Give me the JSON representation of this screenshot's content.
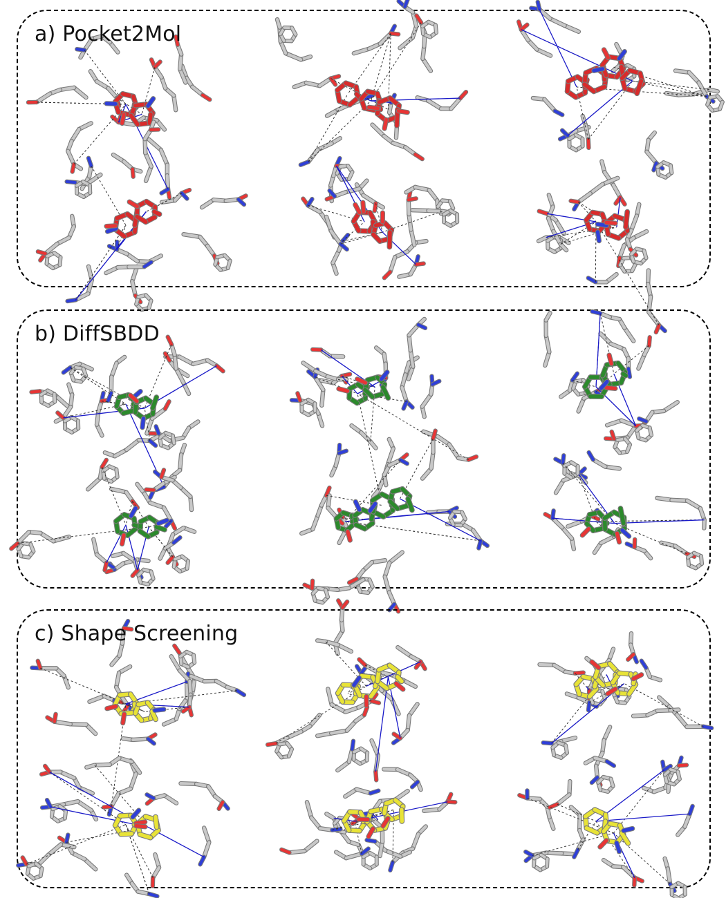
{
  "panels": [
    {
      "id": "a",
      "label": "a) Pocket2Mol",
      "ligand_color": "#d92b2b"
    },
    {
      "id": "b",
      "label": "b) DiffSBDD",
      "ligand_color": "#2c8a2c"
    },
    {
      "id": "c",
      "label": "c) Shape Screening",
      "ligand_color": "#e8e337"
    }
  ],
  "colors": {
    "residue_carbon": "#c8c8c8",
    "nitrogen": "#2f3fd8",
    "oxygen": "#e83535",
    "fluorine": "#7fe0e0",
    "sulfur": "#e0c030",
    "chlorine": "#3fd23f",
    "hbond": "#1a1ac8",
    "contact_dash": "#333333",
    "halogen_bond": "#5fd2c8"
  },
  "icons": [
    "molecule-sticks-icon"
  ]
}
